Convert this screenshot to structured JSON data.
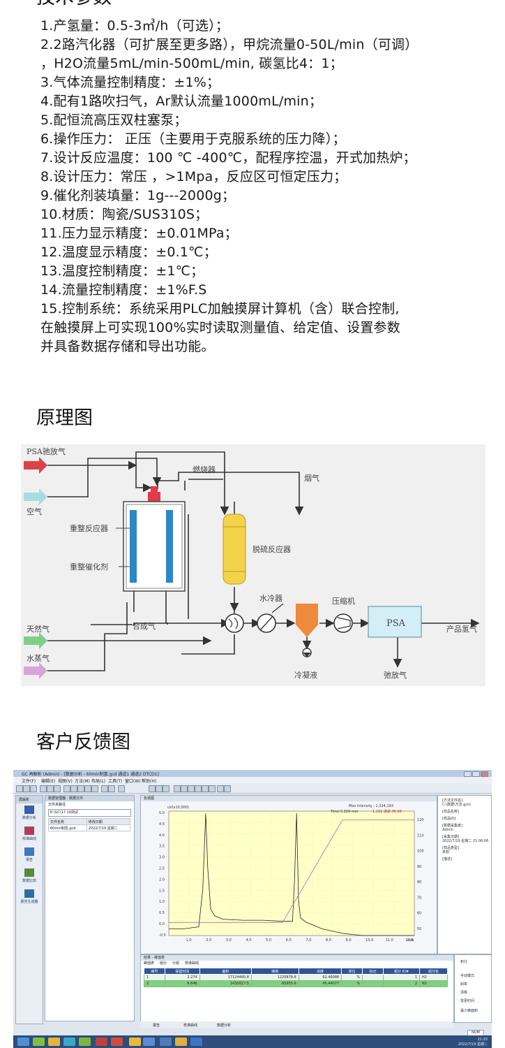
{
  "spec_heading": "技术参数",
  "specs": [
    "1.产氢量：0.5-3㎥/h（可选）；",
    "2.2路汽化器（可扩展至更多路），甲烷流量0-50L/min（可调）",
    "，H2O流量5mL/min-500mL/min,    碳氢比4：1；",
    "3.气体流量控制精度：±1%；",
    "4.配有1路吹扫气，Ar默认流量1000mL/min；",
    "5.配恒流高压双柱塞泵；",
    "6.操作压力： 正压（主要用于克服系统的压力降）；",
    "7.设计反应温度：100 ℃ -400℃，配程序控温，开式加热炉；",
    "8.设计压力：常压 ，>1Mpa，反应区可恒定压力；",
    "9.催化剂装填量：1g---2000g；",
    "10.材质：陶瓷/SUS310S；",
    "11.压力显示精度：±0.01MPa；",
    "12.温度显示精度：±0.1℃；",
    "13.温度控制精度：±1℃；",
    "14.流量控制精度：±1%F.S",
    "15.控制系统：系统采用PLC加触摸屏计算机（含）联合控制,",
    "在触摸屏上可实现100%实时读取测量值、给定值、设置参数",
    "并具备数据存储和导出功能。"
  ],
  "diagram_section_title": "原理图",
  "diagram": {
    "labels": {
      "psa_purge_gas": "PSA驰放气",
      "air": "空气",
      "burner": "燃烧器",
      "flue_gas": "烟气",
      "reformer": "重整反应器",
      "catalyst": "重整催化剂",
      "desulfurizer": "脱硫反应器",
      "water_cooler": "水冷器",
      "compressor": "压缩机",
      "psa": "PSA",
      "product_hydrogen": "产品氢气",
      "natural_gas": "天然气",
      "syngas": "合成气",
      "steam": "水蒸气",
      "condensate": "冷凝液",
      "purge_gas": "弛放气"
    },
    "colors": {
      "psa_arrow": "#d9434b",
      "air_arrow": "#a9dce0",
      "natural_gas_arrow": "#7fcf8a",
      "steam_arrow": "#d7a6d8",
      "burner": "#e13a48",
      "reformer_tube": "#2b87c8",
      "desulfurizer": "#f3d34a",
      "separator": "#ee8a3c"
    }
  },
  "feedback_section_title": "客户反馈图",
  "screenshot": {
    "window_title": "GC 再解析 (Admin) - [数据分析 - 60min制氢.gcd 通道1 通道2 DTCD1]",
    "menu": [
      "文件(F)",
      "编辑(E)",
      "视图(V)",
      "方法(M)",
      "布局(L)",
      "工具(T)",
      "窗口(W)",
      "帮助(H)"
    ],
    "nav_label": "再解析",
    "nav_items": [
      "数据分析",
      "校准曲线",
      "报告",
      "数据比较",
      "报告生成器"
    ],
    "file_panel": {
      "header": "数据管理器 - 数据文件",
      "folder_label": "文件夹路径",
      "folder_value": "E:\\GC\\17.19测试",
      "columns": [
        "文件名称",
        "修改日期"
      ],
      "rows": [
        [
          "60min制氢.gcd",
          "2022/7/19 星期二"
        ]
      ]
    },
    "chart_header": "色谱图",
    "chart_max": "Max Intensity : 1,224,193",
    "chart_time": "Time  5.329  min.",
    "chart_peak": "1,181  通道  36.68",
    "chart_yunit": "uV(x10,000)",
    "chart_data": {
      "type": "line",
      "xlabel": "min",
      "x_ticks": [
        "1.0",
        "2.0",
        "3.0",
        "4.0",
        "5.0",
        "6.0",
        "7.0",
        "8.0",
        "9.0",
        "10.0",
        "11.0",
        "12.0"
      ],
      "y_ticks": [
        "5.0",
        "4.5",
        "4.0",
        "3.5",
        "3.0",
        "2.5",
        "2.0",
        "1.5",
        "1.0",
        "0.5",
        "0.0",
        "-0.5"
      ],
      "y2_ticks": [
        "120",
        "110",
        "100",
        "90",
        "80",
        "70",
        "60",
        "50"
      ],
      "series": [
        {
          "x": [
            0.3,
            1.0,
            1.8,
            2.0,
            2.15,
            2.25,
            2.4,
            2.6,
            3.0,
            4.0,
            5.0,
            6.0,
            6.5,
            6.6,
            6.7,
            6.8,
            6.9,
            7.2,
            8.0,
            9.0,
            10.0,
            11.0,
            12.0,
            12.6
          ],
          "y": [
            -0.3,
            -0.3,
            -0.2,
            1.5,
            5.0,
            2.5,
            0.6,
            0.3,
            0.15,
            0.1,
            0.1,
            0.05,
            0.05,
            2.0,
            5.0,
            1.0,
            0.2,
            0.0,
            -0.3,
            -0.5,
            -0.6,
            -0.6,
            -0.6,
            -0.6
          ]
        },
        {
          "x": [
            0.3,
            6.0,
            9.0,
            12.6
          ],
          "y": [
            0.0,
            0.0,
            4.7,
            4.7
          ]
        }
      ],
      "ylim": [
        -0.6,
        5.1
      ],
      "xlim": [
        0.3,
        12.6
      ]
    },
    "info_items": [
      "[方法文件名]",
      "C:\\数据\\方法.gcm",
      "[样品名称]",
      "[样品ID]",
      "[数据采集者]",
      "Admin",
      "[采集日期]",
      "2022/7/19 星期二 21:06:06",
      "[样品类型]",
      "未知",
      "[描述]"
    ],
    "results_header": "结果 - 峰值表",
    "results_tabs": [
      "峰值表",
      "组分",
      "分组",
      "校准曲线"
    ],
    "results_columns": [
      "峰号",
      "保留时间",
      "面积",
      "峰高",
      "浓度",
      "单位",
      "标记",
      "组分 ID#",
      "组分名"
    ],
    "results_rows": [
      [
        "1",
        "2.274",
        "17124480.8",
        "1220878.8",
        "62.46086",
        "%",
        "",
        "1",
        "H2"
      ],
      [
        "2",
        "6.646",
        "1435817.5",
        "65955.6",
        "45.44077",
        "%",
        "",
        "2",
        "N2"
      ]
    ],
    "side_items": [
      "积分",
      "手动模式",
      "斜率",
      "漂移",
      "变更时间",
      "最小峰面积"
    ],
    "bottom_tabs": [
      "报告",
      "校准曲线",
      "数据分析"
    ],
    "num_badge": "NUM",
    "clock": "21:33",
    "date": "2022/7/19 星期二"
  }
}
